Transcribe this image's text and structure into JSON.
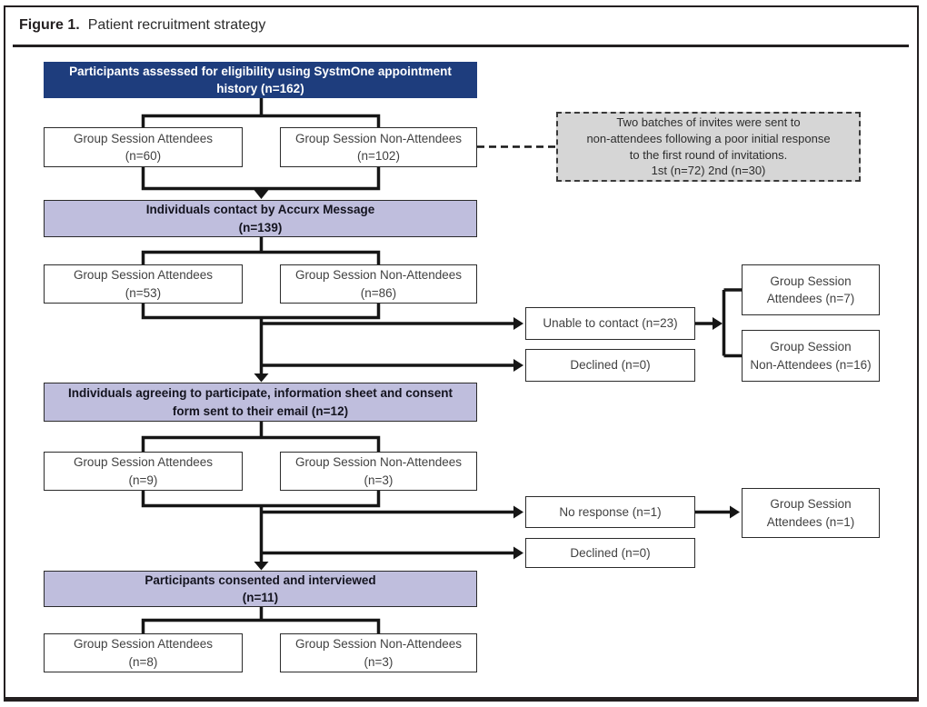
{
  "figure": {
    "label": "Figure 1.",
    "title": "Patient recruitment strategy"
  },
  "colors": {
    "navy": "#1e3d7d",
    "lavender": "#bfbedd",
    "note_gray": "#d6d6d6",
    "line": "#161616"
  },
  "nodes": {
    "eligibility": {
      "text": "Participants assessed for eligibility using SystmOne appointment\nhistory (n=162)"
    },
    "attendees_60": {
      "text": "Group Session Attendees\n(n=60)"
    },
    "non_attendees_102": {
      "text": "Group Session Non-Attendees\n(n=102)"
    },
    "invite_note": {
      "text": "Two batches of invites were sent to\nnon-attendees following a poor initial response\nto the first round of invitations.\n1st (n=72) 2nd (n=30)"
    },
    "accurx": {
      "text": "Individuals contact by Accurx Message\n(n=139)"
    },
    "attendees_53": {
      "text": "Group Session Attendees\n(n=53)"
    },
    "non_attendees_86": {
      "text": "Group Session Non-Attendees\n(n=86)"
    },
    "unable_contact": {
      "text": "Unable to contact (n=23)"
    },
    "declined_first": {
      "text": "Declined (n=0)"
    },
    "attendees_7": {
      "text": "Group Session\nAttendees (n=7)"
    },
    "non_attendees_16": {
      "text": "Group Session\nNon-Attendees (n=16)"
    },
    "agreeing": {
      "text": "Individuals agreeing to participate, information sheet and consent\nform sent to their email (n=12)"
    },
    "attendees_9": {
      "text": "Group Session Attendees\n(n=9)"
    },
    "non_attendees_3_consent": {
      "text": "Group Session Non-Attendees\n(n=3)"
    },
    "no_response": {
      "text": "No response (n=1)"
    },
    "declined_second": {
      "text": "Declined (n=0)"
    },
    "attendees_1": {
      "text": "Group Session\nAttendees (n=1)"
    },
    "consented": {
      "text": "Participants consented and interviewed\n(n=11)"
    },
    "attendees_8": {
      "text": "Group Session Attendees\n(n=8)"
    },
    "non_attendees_3_final": {
      "text": "Group Session Non-Attendees\n(n=3)"
    }
  }
}
